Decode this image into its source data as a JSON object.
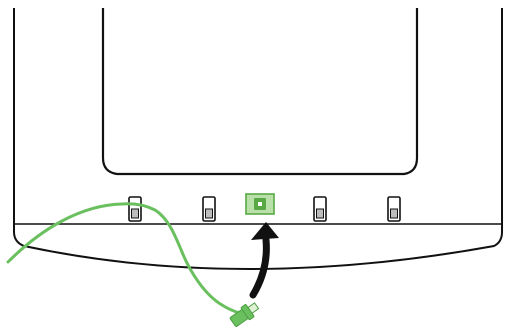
{
  "diagram": {
    "kind": "monitor-port-connection-illustration",
    "ports_count": 5,
    "highlighted_port_index": 2,
    "colors": {
      "outline": "#111111",
      "background": "#ffffff",
      "port_fill": "#ffffff",
      "port_inner": "#bdbdbd",
      "highlight_fill": "#b8e0a8",
      "highlight_border": "#5aa845",
      "highlight_inner": "#5aa845",
      "cable": "#6abf5e",
      "cable_dark": "#4f9f45",
      "arrow": "#111111"
    },
    "icons": {
      "arrow": "curved-arrow-up-icon",
      "connector": "cable-plug-icon",
      "highlighted_port": "highlighted-port-icon"
    }
  }
}
